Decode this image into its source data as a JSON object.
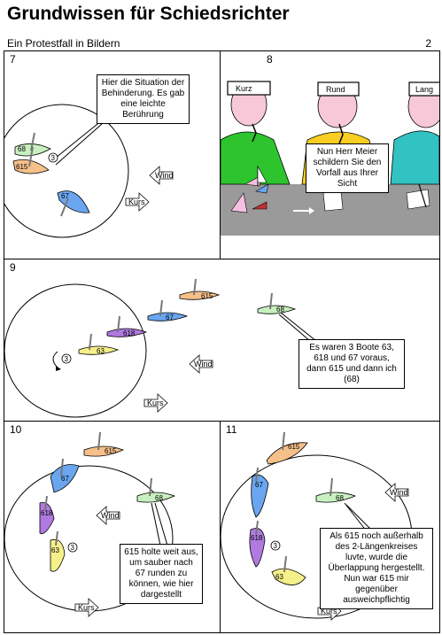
{
  "header": {
    "title": "Grundwissen für Schiedsrichter",
    "subtitle": "Ein Protestfall in Bildern",
    "page": "2"
  },
  "panels": {
    "p7": {
      "num": "7",
      "text": "Hier die Situation der Behinderung. Es gab eine leichte Berührung",
      "boats": [
        "68",
        "615",
        "67"
      ],
      "mark": "3",
      "wind": "Wind",
      "kurs": "Kurs"
    },
    "p8": {
      "num": "8",
      "signs": [
        "Kurz",
        "Rund",
        "Lang"
      ],
      "text": "Nun Herr Meier schildern Sie den Vorfall aus Ihrer Sicht"
    },
    "p9": {
      "num": "9",
      "text": "Es waren 3 Boote 63, 618 und 67 voraus, dann 615 und dann ich (68)",
      "boats": [
        "615",
        "67",
        "618",
        "63",
        "68"
      ],
      "mark": "3",
      "wind": "Wind",
      "kurs": "Kurs"
    },
    "p10": {
      "num": "10",
      "text": "615 holte weit aus, um sauber nach 67 runden zu können, wie hier dargestellt",
      "boats": [
        "615",
        "67",
        "68",
        "618",
        "63"
      ],
      "mark": "3",
      "wind": "Wind",
      "kurs": "Kurs"
    },
    "p11": {
      "num": "11",
      "text": "Als 615 noch außerhalb des 2-Längenkreises luvte, wurde die Überlappung hergestellt. Nun war 615 mir gegenüber ausweichpflichtig",
      "boats": [
        "615",
        "67",
        "68",
        "618",
        "63"
      ],
      "mark": "3",
      "wind": "Wind",
      "kurs": "Kurs"
    }
  },
  "colors": {
    "green": "#c8f0c0",
    "orange": "#f6c08a",
    "blue": "#6aa6f0",
    "purple": "#b07ae0",
    "yellow": "#f6f08a",
    "table": "#9a9a9a"
  }
}
